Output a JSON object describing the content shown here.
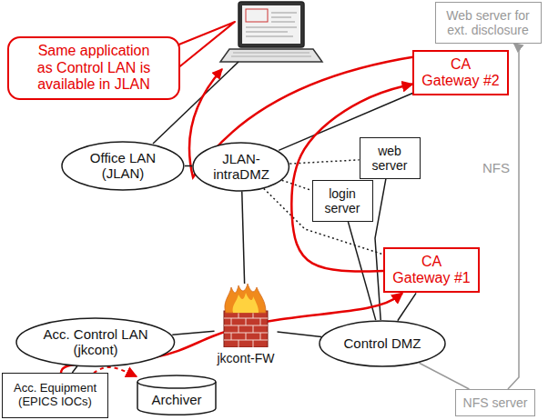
{
  "diagram": {
    "nodes": [
      {
        "text": [
          "Web server for ext. disclosure"
        ]
      },
      {
        "text": [
          "Same application as Control LAN is available in JLAN"
        ]
      },
      {
        "text": [
          "CA Gateway #2"
        ]
      },
      {
        "text": [
          "Office LAN (JLAN)"
        ]
      },
      {
        "text": [
          "JLAN-intraDMZ"
        ]
      },
      {
        "text": [
          "web server"
        ]
      },
      {
        "text": [
          "login server"
        ]
      },
      {
        "text": [
          "CA Gateway #1"
        ]
      },
      {
        "text": [
          "Acc. Control LAN (jkcont)"
        ]
      },
      {
        "text": [
          "jkcont-FW"
        ]
      },
      {
        "text": [
          "Control DMZ"
        ]
      },
      {
        "text": [
          "Acc. Equipment (EPICS IOCs)"
        ]
      },
      {
        "text": [
          "Archiver"
        ]
      },
      {
        "text": [
          "NFS server"
        ]
      }
    ],
    "edges": [
      {
        "from": 3,
        "to": 4,
        "arrow": "none"
      },
      {
        "from": 4,
        "to": 2,
        "arrow": "none"
      },
      {
        "from": 4,
        "to": 5,
        "arrow": "none"
      },
      {
        "from": 4,
        "to": 6,
        "arrow": "none"
      },
      {
        "from": 4,
        "to": 7,
        "arrow": "none"
      },
      {
        "from": 5,
        "to": 10,
        "arrow": "none"
      },
      {
        "from": 6,
        "to": 10,
        "arrow": "none"
      },
      {
        "from": 7,
        "to": 10,
        "arrow": "none"
      },
      {
        "from": 4,
        "to": 9,
        "arrow": "none"
      },
      {
        "from": 8,
        "to": 9,
        "arrow": "none"
      },
      {
        "from": 9,
        "to": 10,
        "arrow": "none"
      },
      {
        "from": 11,
        "to": 8,
        "arrow": "none"
      },
      {
        "from": 10,
        "to": 13,
        "arrow": "none"
      },
      {
        "from": 13,
        "to": 0,
        "arrow": "to",
        "label": "NFS"
      },
      {
        "from": 11,
        "to": 7,
        "arrow": "to"
      },
      {
        "from": 7,
        "to": 2,
        "arrow": "to"
      },
      {
        "from": 11,
        "to": 12,
        "arrow": "to"
      }
    ]
  }
}
